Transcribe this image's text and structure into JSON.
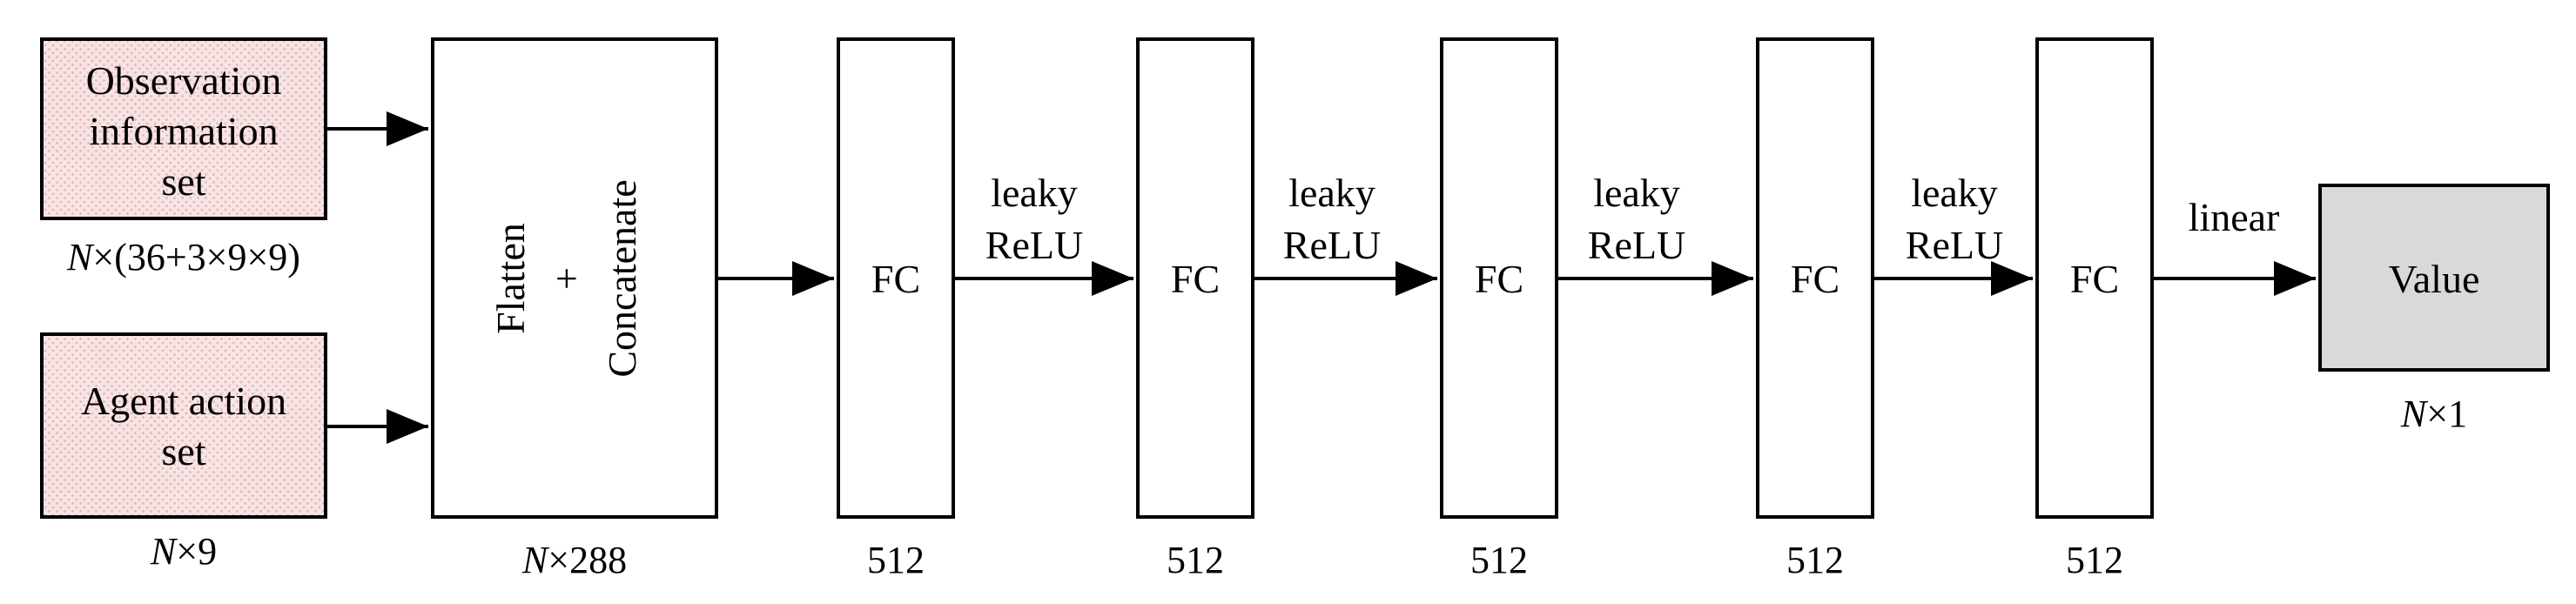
{
  "inputs": {
    "observation": {
      "lines": [
        "Observation",
        "information",
        "set"
      ],
      "shape_prefix": "N",
      "shape_suffix": "×(36+3×9×9)"
    },
    "action": {
      "lines": [
        "Agent action",
        "set"
      ],
      "shape_prefix": "N",
      "shape_suffix": "×9"
    }
  },
  "concat_block": {
    "line1": "Flatten",
    "line2": "+",
    "line3": "Concatenate",
    "shape_prefix": "N",
    "shape_suffix": "×288"
  },
  "fc_layers": [
    {
      "label": "FC",
      "size": "512"
    },
    {
      "label": "FC",
      "size": "512"
    },
    {
      "label": "FC",
      "size": "512"
    },
    {
      "label": "FC",
      "size": "512"
    },
    {
      "label": "FC",
      "size": "512"
    }
  ],
  "activations": [
    {
      "line1": "leaky",
      "line2": "ReLU"
    },
    {
      "line1": "leaky",
      "line2": "ReLU"
    },
    {
      "line1": "leaky",
      "line2": "ReLU"
    },
    {
      "line1": "leaky",
      "line2": "ReLU"
    }
  ],
  "output_activation": "linear",
  "output": {
    "label": "Value",
    "shape_prefix": "N",
    "shape_suffix": "×1"
  },
  "colors": {
    "input_fill": "#f7e4e4",
    "input_dot": "#e6b6b6",
    "output_fill": "#d9d9d9",
    "stroke": "#000000"
  }
}
